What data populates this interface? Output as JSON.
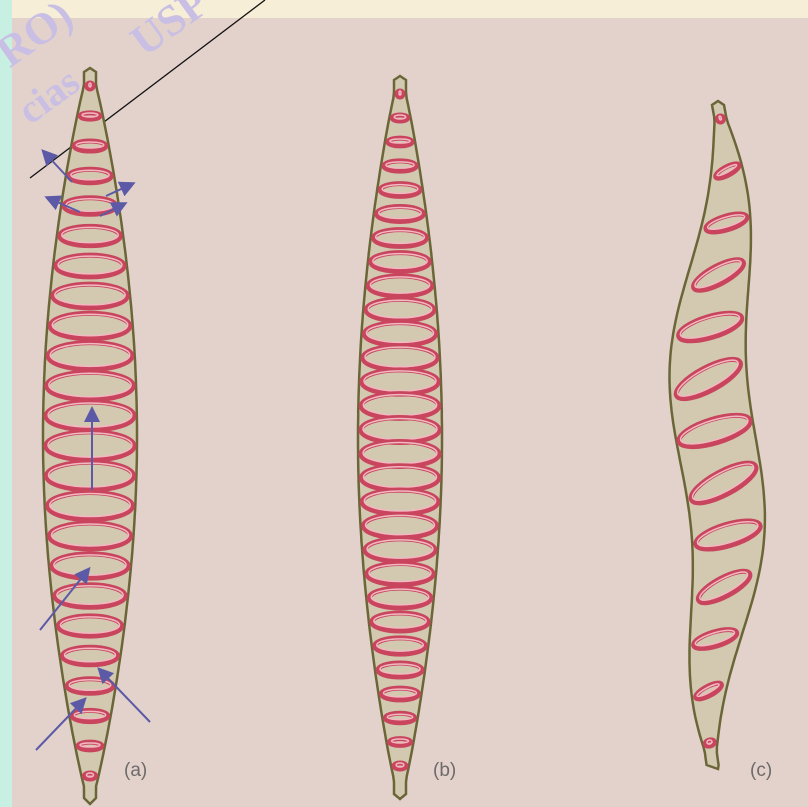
{
  "figure": {
    "labels": {
      "a": "(a)",
      "b": "(b)",
      "c": "(c)"
    },
    "watermark": {
      "line1": "RO)",
      "line2": "cias",
      "line3": "USP"
    }
  },
  "colors": {
    "background": "#e3d2cb",
    "left_strip": "#c7f0e3",
    "top_strip": "#f7eed7",
    "cell_fill": "#d2c9b0",
    "cell_outline": "#6b6638",
    "ring": "#c9455e",
    "ring_light": "#f2b9c2",
    "arrow": "#5c5aa6"
  },
  "icons": [
    "water-flow-arrow-icon"
  ]
}
